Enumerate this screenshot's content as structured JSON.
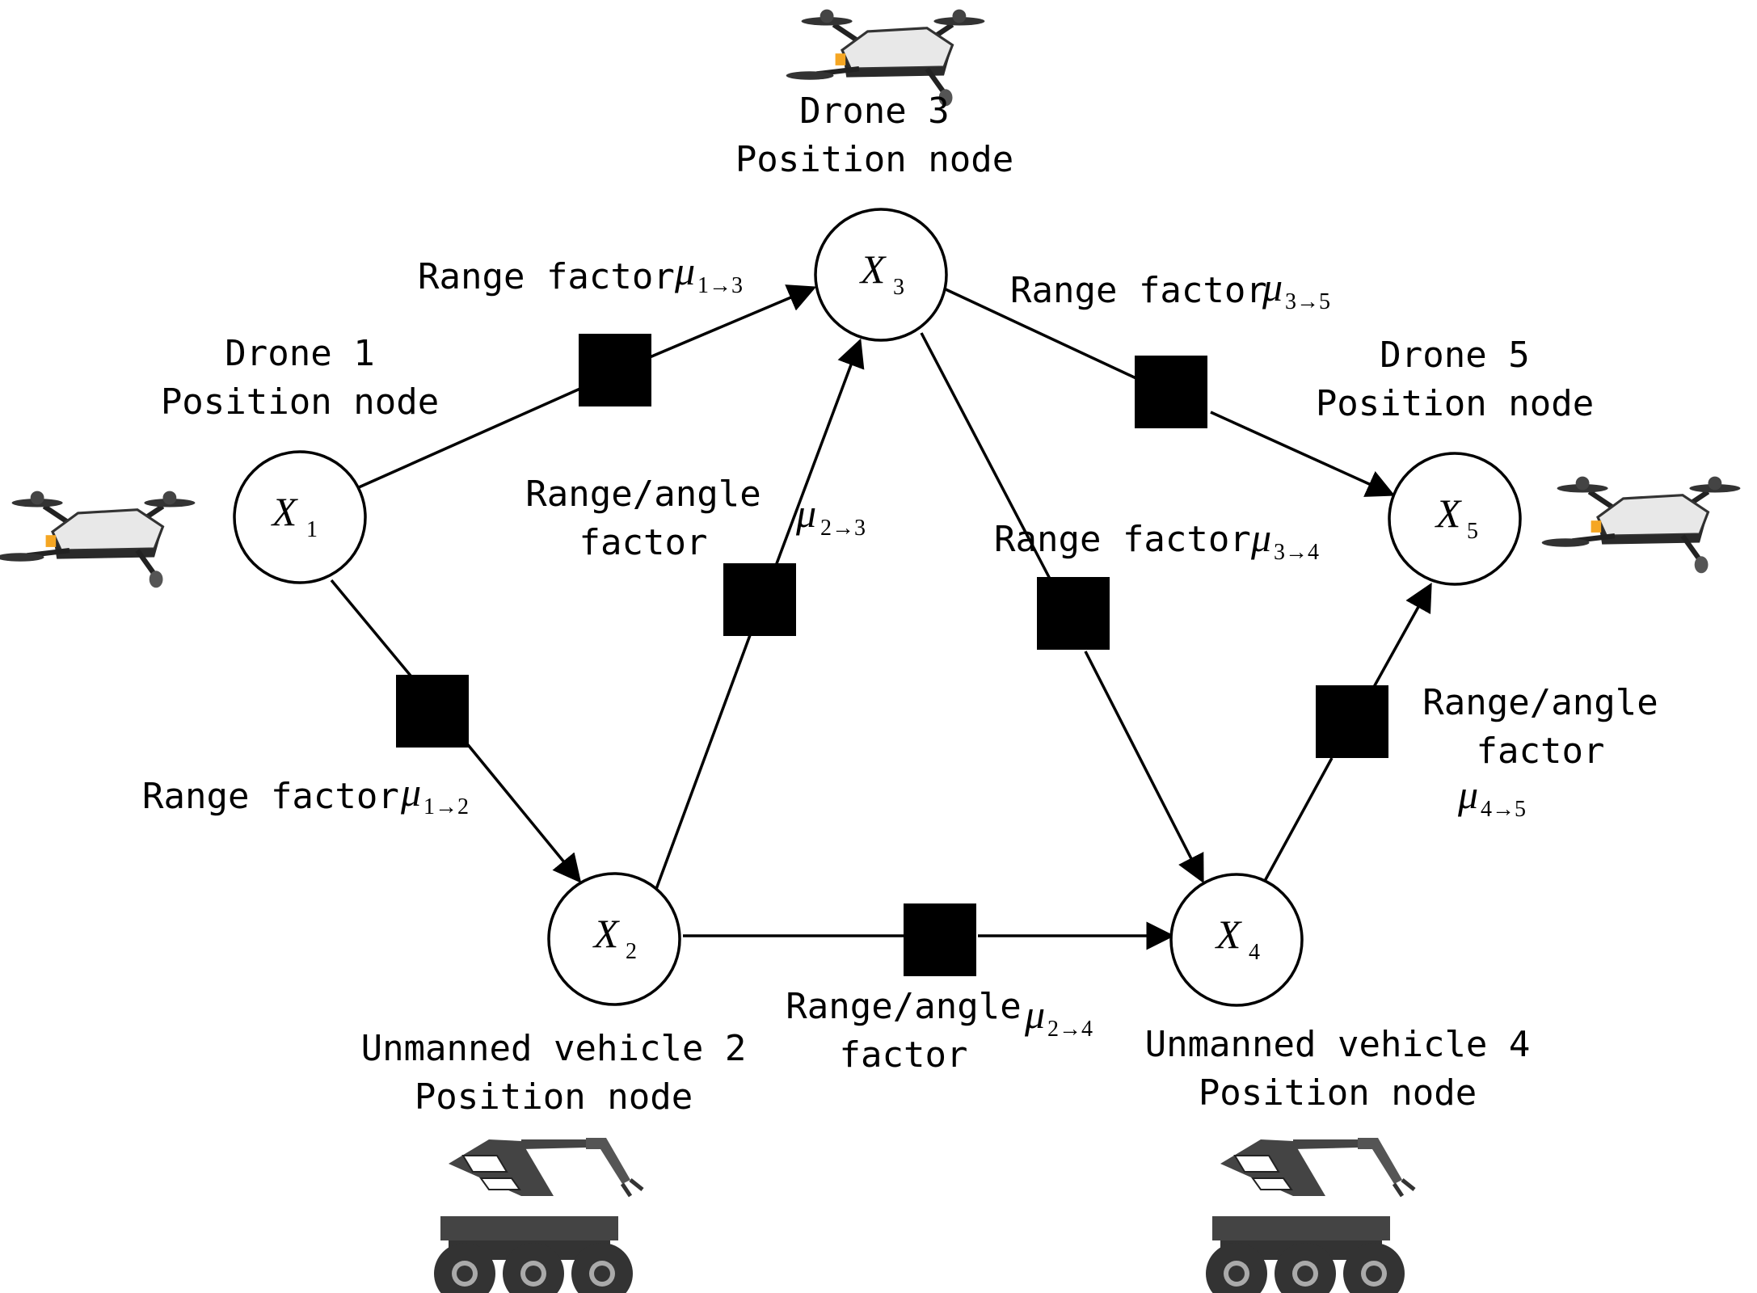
{
  "nodes": [
    {
      "id": "x1",
      "var": "X",
      "sub": "1",
      "line1": "Drone 1",
      "line2": "Position node"
    },
    {
      "id": "x2",
      "var": "X",
      "sub": "2",
      "line1": "Unmanned vehicle 2",
      "line2": "Position node"
    },
    {
      "id": "x3",
      "var": "X",
      "sub": "3",
      "line1": "Drone 3",
      "line2": "Position node"
    },
    {
      "id": "x4",
      "var": "X",
      "sub": "4",
      "line1": "Unmanned vehicle 4",
      "line2": "Position node"
    },
    {
      "id": "x5",
      "var": "X",
      "sub": "5",
      "line1": "Drone 5",
      "line2": "Position node"
    }
  ],
  "factors": {
    "f13": {
      "text": "Range factor",
      "mu": "μ",
      "sub": "1→3"
    },
    "f35": {
      "text": "Range factor",
      "mu": "μ",
      "sub": "3→5"
    },
    "f12": {
      "text": "Range factor",
      "mu": "μ",
      "sub": "1→2"
    },
    "f23": {
      "line1": "Range/angle",
      "line2": "factor",
      "mu": "μ",
      "sub": "2→3"
    },
    "f34": {
      "text": "Range factor",
      "mu": "μ",
      "sub": "3→4"
    },
    "f24": {
      "line1": "Range/angle",
      "line2": "factor",
      "mu": "μ",
      "sub": "2→4"
    },
    "f45": {
      "line1": "Range/angle",
      "line2": "factor",
      "mu": "μ",
      "sub": "4→5"
    }
  }
}
